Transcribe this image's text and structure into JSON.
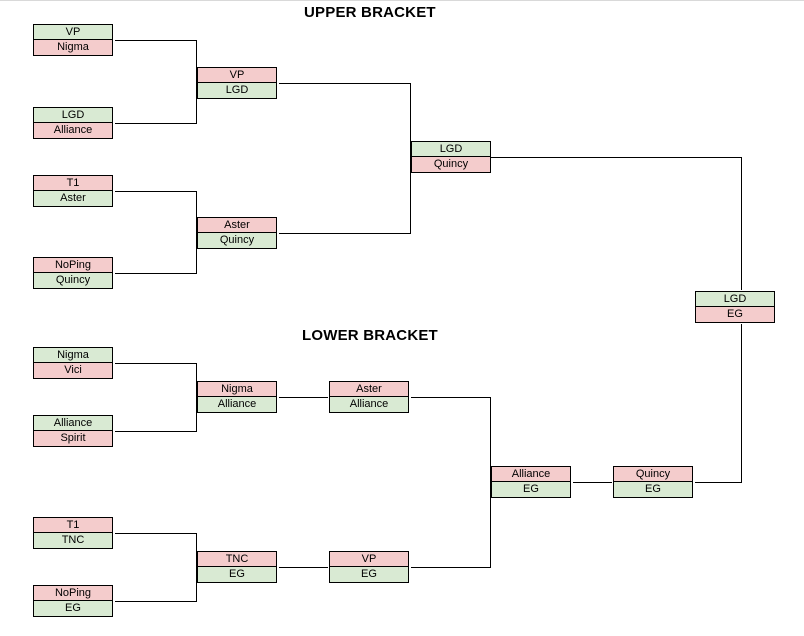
{
  "headings": {
    "upper": "UPPER BRACKET",
    "lower": "LOWER BRACKET"
  },
  "colors": {
    "winner_fill": "#d9ead3",
    "loser_fill": "#f4cccc",
    "line": "#000000",
    "gridline": "#d9d9d9"
  },
  "matches": [
    {
      "bracket": "upper",
      "round": 1,
      "team1": {
        "name": "VP",
        "result": "win"
      },
      "team2": {
        "name": "Nigma",
        "result": "loss"
      }
    },
    {
      "bracket": "upper",
      "round": 1,
      "team1": {
        "name": "LGD",
        "result": "win"
      },
      "team2": {
        "name": "Alliance",
        "result": "loss"
      }
    },
    {
      "bracket": "upper",
      "round": 1,
      "team1": {
        "name": "T1",
        "result": "loss"
      },
      "team2": {
        "name": "Aster",
        "result": "win"
      }
    },
    {
      "bracket": "upper",
      "round": 1,
      "team1": {
        "name": "NoPing",
        "result": "loss"
      },
      "team2": {
        "name": "Quincy",
        "result": "win"
      }
    },
    {
      "bracket": "upper",
      "round": 2,
      "team1": {
        "name": "VP",
        "result": "loss"
      },
      "team2": {
        "name": "LGD",
        "result": "win"
      }
    },
    {
      "bracket": "upper",
      "round": 2,
      "team1": {
        "name": "Aster",
        "result": "loss"
      },
      "team2": {
        "name": "Quincy",
        "result": "win"
      }
    },
    {
      "bracket": "upper",
      "round": 3,
      "team1": {
        "name": "LGD",
        "result": "win"
      },
      "team2": {
        "name": "Quincy",
        "result": "loss"
      }
    },
    {
      "bracket": "grand-final",
      "round": 4,
      "team1": {
        "name": "LGD",
        "result": "win"
      },
      "team2": {
        "name": "EG",
        "result": "loss"
      }
    },
    {
      "bracket": "lower",
      "round": 1,
      "team1": {
        "name": "Nigma",
        "result": "win"
      },
      "team2": {
        "name": "Vici",
        "result": "loss"
      }
    },
    {
      "bracket": "lower",
      "round": 1,
      "team1": {
        "name": "Alliance",
        "result": "win"
      },
      "team2": {
        "name": "Spirit",
        "result": "loss"
      }
    },
    {
      "bracket": "lower",
      "round": 1,
      "team1": {
        "name": "T1",
        "result": "loss"
      },
      "team2": {
        "name": "TNC",
        "result": "win"
      }
    },
    {
      "bracket": "lower",
      "round": 1,
      "team1": {
        "name": "NoPing",
        "result": "loss"
      },
      "team2": {
        "name": "EG",
        "result": "win"
      }
    },
    {
      "bracket": "lower",
      "round": 2,
      "team1": {
        "name": "Nigma",
        "result": "loss"
      },
      "team2": {
        "name": "Alliance",
        "result": "win"
      }
    },
    {
      "bracket": "lower",
      "round": 2,
      "team1": {
        "name": "TNC",
        "result": "loss"
      },
      "team2": {
        "name": "EG",
        "result": "win"
      }
    },
    {
      "bracket": "lower",
      "round": 3,
      "team1": {
        "name": "Aster",
        "result": "loss"
      },
      "team2": {
        "name": "Alliance",
        "result": "win"
      }
    },
    {
      "bracket": "lower",
      "round": 3,
      "team1": {
        "name": "VP",
        "result": "loss"
      },
      "team2": {
        "name": "EG",
        "result": "win"
      }
    },
    {
      "bracket": "lower",
      "round": 4,
      "team1": {
        "name": "Alliance",
        "result": "loss"
      },
      "team2": {
        "name": "EG",
        "result": "win"
      }
    },
    {
      "bracket": "lower",
      "round": 5,
      "team1": {
        "name": "Quincy",
        "result": "loss"
      },
      "team2": {
        "name": "EG",
        "result": "win"
      }
    }
  ]
}
